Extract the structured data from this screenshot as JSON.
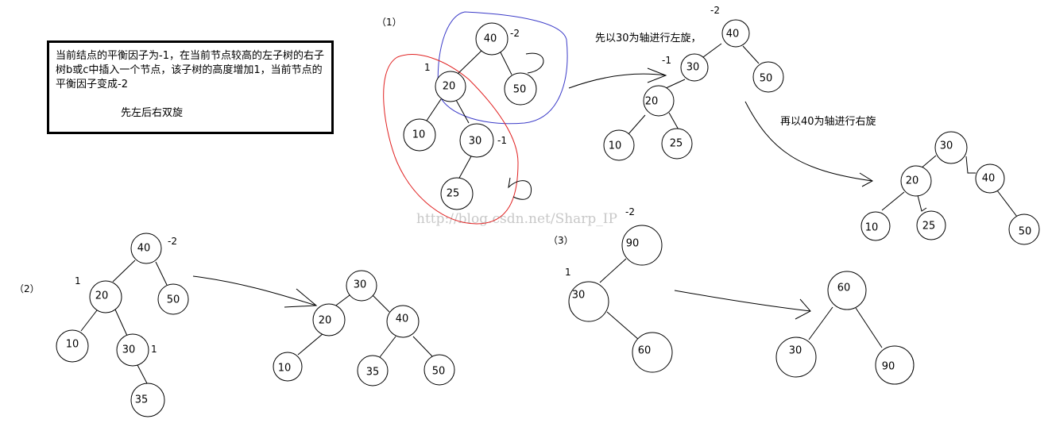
{
  "info_box": {
    "text": "当前结点的平衡因子为-1，在当前节点较高的左子树的右子树b或c中插入一个节点，该子树的高度增加1，当前节点的平衡因子变成-2",
    "subtitle": "先左后右双旋"
  },
  "sections": {
    "s1": "（1）",
    "s2": "（2）",
    "s3": "（3）"
  },
  "captions": {
    "step1": "先以30为轴进行左旋，",
    "step2": "再以40为轴进行右旋"
  },
  "watermark": "http://blog.csdn.net/Sharp_IP",
  "colors": {
    "red_outline": "#e02020",
    "blue_outline": "#3b3bc8"
  },
  "trees": {
    "t1_before": {
      "n40": "40",
      "n20": "20",
      "n50": "50",
      "n10": "10",
      "n30": "30",
      "n25": "25",
      "bf40": "-2",
      "bf20": "1",
      "bf30": "-1"
    },
    "t1_mid": {
      "n40": "40",
      "n30": "30",
      "n50": "50",
      "n20": "20",
      "n10": "10",
      "n25": "25",
      "bf40": "-2",
      "bf30": "-1"
    },
    "t1_after": {
      "n30": "30",
      "n20": "20",
      "n40": "40",
      "n10": "10",
      "n25": "25",
      "n50": "50"
    },
    "t2_before": {
      "n40": "40",
      "n20": "20",
      "n50": "50",
      "n10": "10",
      "n30": "30",
      "n35": "35",
      "bf40": "-2",
      "bf20": "1",
      "bf30": "1"
    },
    "t2_after": {
      "n30": "30",
      "n20": "20",
      "n40": "40",
      "n10": "10",
      "n35": "35",
      "n50": "50"
    },
    "t3_before": {
      "n90": "90",
      "n30": "30",
      "n60": "60",
      "bf90": "-2",
      "bf30": "1"
    },
    "t3_after": {
      "n60": "60",
      "n30": "30",
      "n90": "90"
    }
  }
}
